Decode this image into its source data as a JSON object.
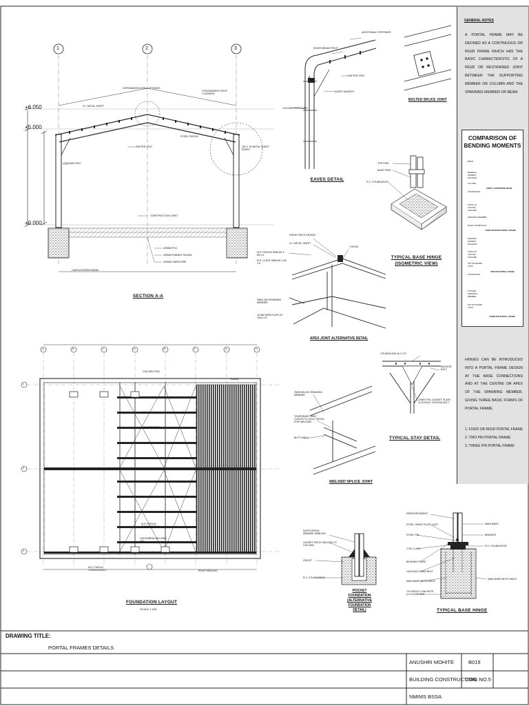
{
  "grid_labels": [
    "1",
    "2",
    "3"
  ],
  "plan_grid_cols": [
    "A",
    "B",
    "C",
    "D",
    "E",
    "F",
    "G",
    "H"
  ],
  "plan_grid_rows": [
    "1",
    "2",
    "3"
  ],
  "levels": [
    "+6.050",
    "+5.000",
    "+0.000"
  ],
  "section_labels": {
    "roll_ridge": "CHROMADECK ROLL UP RIDGE",
    "roof_cladding": "CHROMADECK ROOF CLADDING",
    "gi_sheet": "G.I. METAL SHEET",
    "column_stay": "COLUMN STAY",
    "rafter_stay": "RAFTER STAY",
    "steel_purlin": "STEEL PURLIN",
    "gi_sheet_sub": "150 X 75 METAL SHEET EAVES",
    "eaves_rafter": "RAFTER STAY",
    "construction_joint": "CONSTRUCTION JOINT",
    "pcc": "200MM PCC",
    "rubble": "250MM RUBBLE SOLING",
    "hardcore": "200MM HARDCORE",
    "cantilever": "CANTILEVERED BEAM"
  },
  "eaves_labels": {
    "additional_stiffener": "ADDITIONAL STIFFENER",
    "eaves_strut": "EAVES BEAM STRUT",
    "rafter_stay": "RAFTER STAY",
    "eaves_haunch": "EAVES HAUNCH",
    "column_stiffener": "COLUMN STIFFENER"
  },
  "apex_labels": {
    "ridge_piece": "RIDGE PIECE DESIGN",
    "gi_sheet": "G.I. METAL SHEET",
    "purlin_1": "M.S. PURLIN ISMA 65 X 65 X 6",
    "purlin_2": "M.S. CLEAT ISMA 65 X 65 X 6",
    "j_hook": "J HOOK",
    "spanning": "ISMB 300 SPANNING MEMBER",
    "web_plate": "16 MM WEB PLATE AT 1000 C/C"
  },
  "hinge_labels": {
    "top_pins": "TOP PINS",
    "base_pins": "BASE PINS",
    "foundation": "R.C. FOUNDATION"
  },
  "splice_labels": {
    "spanning": "ISMB 600 AS SPANNING MEMBER",
    "cleats": "TEMPORARY WEB CLEATS TO HOLD TRUSS FOR WELDING",
    "butt_weld": "BUTT WELD"
  },
  "stay_labels": {
    "top": "175 BRACING @ 2 C/C",
    "anchor": "ANCHOR BOLT",
    "gusset": "12MM THK. GUSSET PLATE 14 Ø HOLE FOR M16 BOLT"
  },
  "plan_labels": {
    "column_stay": "COLUMN STAY",
    "rafter_stay": "RAFTER STAY",
    "purlin": "M.S. PURLIN 175X50X20X3.0",
    "strut": "M.S. PURLIN 175X50X20X3.0",
    "crossbracing": "CROSSBRACING ISMC 200",
    "ridge": "RIDGE",
    "roof_bracing": "ROOF BRACING",
    "purlin_bottom": "M.S. PURLIN 175X50X20X3.0"
  },
  "pocket_labels": {
    "supporting": "SUPPORTING MEMBER ISMB 300",
    "gusset": "GUSSET PIECE WELDED TO COLUMN",
    "grout": "GROUT",
    "foundation": "R.C. FOUNDATION"
  },
  "base_hinge_labels": {
    "reinforcement": "REINFORCEMENT",
    "steel_hinge": "STEEL HINGE PLATE CAST",
    "steel_pin": "STEEL PIN",
    "lugs": "2 NO. LUGS",
    "bearing_plate": "BEARING PLATE",
    "holding_bolt": "HOLDING DOWN BOLT",
    "main_bars": "MAIN BARS BOTH WAYS",
    "concrete": "7% FRESH CONCRETE (1:1:2) BINDING",
    "main_bars_r": "MAIN BARS",
    "binders": "BINDERS",
    "rc_foundation": "R.C. FOUNDATION",
    "main_bars_both": "MAIN BARS BOTH WAYS"
  },
  "drawing_titles": {
    "section": "SECTION A-A",
    "eaves": "EAVES DETAIL",
    "bolted_splice": "BOLTED SPLICE JOINT",
    "base_iso": "TYPICAL BASE HINGE (ISOMETRIC VIEW)",
    "apex": "APEX JOINT ALTERNATIVE DETAIL",
    "welded_splice": "WELDED SPLICE JOINT",
    "stay": "TYPICAL STAY DETAIL",
    "foundation": "FOUNDATION LAYOUT",
    "foundation_scale": "SCALE 1:100",
    "pocket": "POCKET FOUNDATION (ALTERNATIVE FOUNDATION DETAIL)",
    "base_hinge": "TYPICAL BASE HINGE"
  },
  "notes": {
    "heading": "GENERAL NOTES",
    "paragraph1": "A portal frame may be defined as a continuous or rigid frame which has the basic characteristic of a rigid or restrained joint between the supporting member or column and the spanning member or beam.",
    "comparison_title": "COMPARISON OF BENDING MOMENTS",
    "paragraph2": "Hinges can be introduced into a portal frame design at the base connections and at the centre or apex of the spanning member, giving three basic forms of portal frame.",
    "list": [
      "1. FIXED OR RIGID PORTAL FRAME",
      "2. TWO PIN PORTAL FRAME",
      "3. THREE PIN PORTAL FRAME"
    ]
  },
  "comparison_labels": {
    "g1": [
      "BEAM",
      "BENDING MOMENT DIAGRAM",
      "COLUMN",
      "FOUNDATION"
    ],
    "c1": "SIMPLY SUPPORTED BEAM",
    "g2": [
      "POINT OF CONTRA FLEXURE",
      "SPANNING MEMBER",
      "RIGID CONNECTION"
    ],
    "c2": "FIXED OR RIGID PORTAL FRAME",
    "g3": [
      "BENDING MOMENT DIAGRAM",
      "POINT OF CONTRA FLEXURE",
      "PIN OR HINGED JOINT",
      "FOUNDATION"
    ],
    "c3": "TWO PIN PORTAL FRAME",
    "g4": [
      "PITCHED SPANNING MEMBER",
      "PIN OR HINGED JOINT"
    ],
    "c4": "THREE PIN PORTAL FRAME"
  },
  "title_block": {
    "drawing_title_label": "DRAWING TITLE:",
    "drawing_title": "PORTAL FRAMES DETAILS",
    "author": "ANUSHRI MOHITE",
    "roll": "B019",
    "subject": "BUILDING CONSTRUCTION",
    "sheet": "DWG NO.5",
    "institute": "NMIMS BSSA"
  }
}
